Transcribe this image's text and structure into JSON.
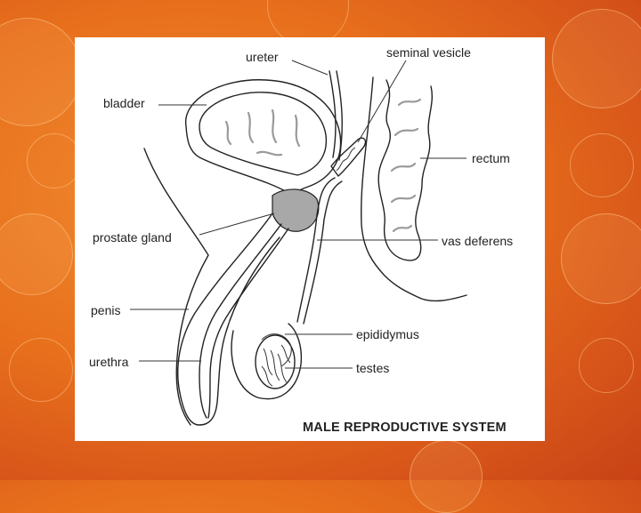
{
  "diagram": {
    "caption": "MALE REPRODUCTIVE SYSTEM",
    "labels": {
      "ureter": "ureter",
      "seminal_vesicle": "seminal vesicle",
      "bladder": "bladder",
      "rectum": "rectum",
      "prostate_gland": "prostate gland",
      "vas_deferens": "vas deferens",
      "penis": "penis",
      "epididymus": "epididymus",
      "urethra": "urethra",
      "testes": "testes"
    }
  },
  "colors": {
    "background_orange": "#e8701c",
    "panel": "#ffffff",
    "prostate_fill": "#a8a8a8",
    "line": "#222222"
  }
}
